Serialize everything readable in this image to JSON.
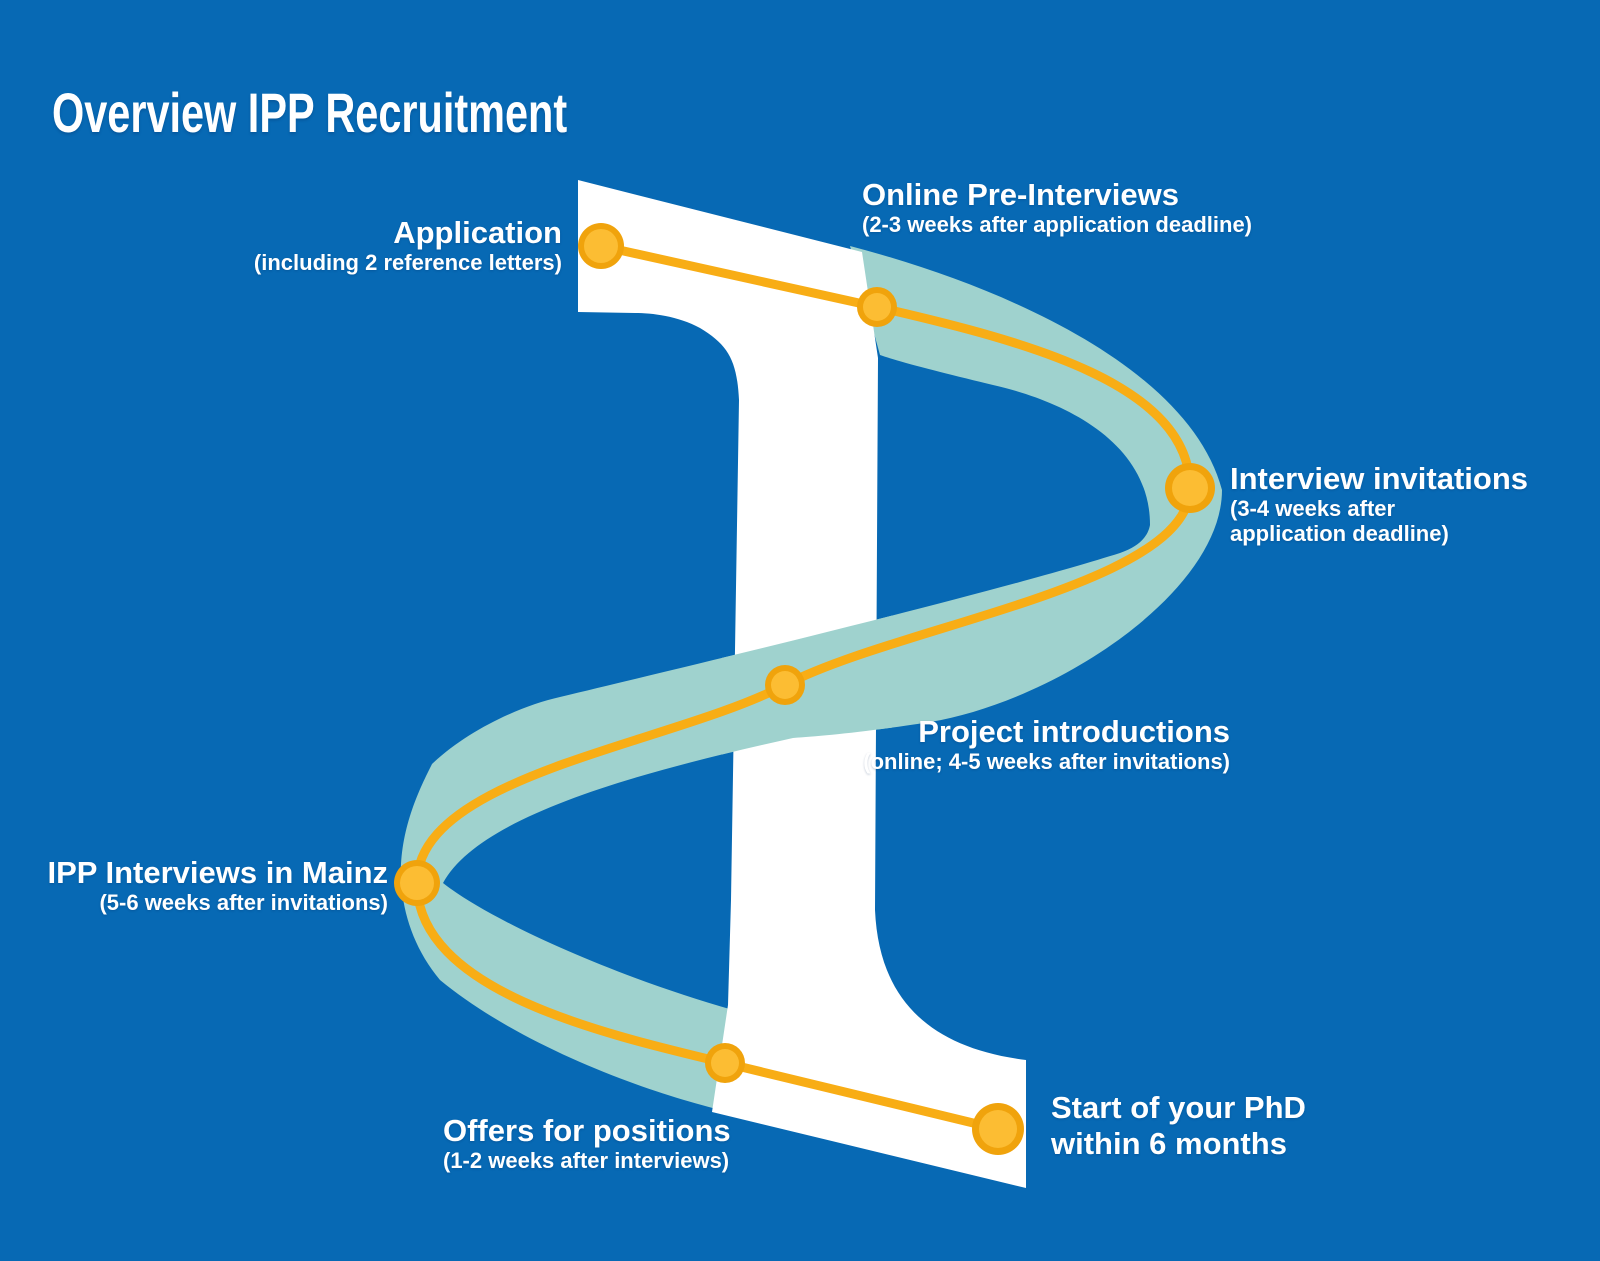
{
  "title": "Overview IPP Recruitment",
  "colors": {
    "background": "#0769b4",
    "ribbon": "#9fd2ce",
    "letter": "#ffffff",
    "route": "#f8ad15",
    "node_ring": "#f0a30c",
    "node_fill": "#fcbd33",
    "text": "#ffffff"
  },
  "stages": [
    {
      "label": "Application",
      "note": "(including 2 reference letters)"
    },
    {
      "label": "Online Pre-Interviews",
      "note": "(2-3 weeks after application deadline)"
    },
    {
      "label": "Interview invitations",
      "note_lines": [
        "(3-4 weeks after",
        "application deadline)"
      ]
    },
    {
      "label": "Project introductions",
      "note": "(online; 4-5 weeks after invitations)"
    },
    {
      "label": "IPP Interviews in Mainz",
      "note": "(5-6 weeks after invitations)"
    },
    {
      "label": "Offers for positions",
      "note": "(1-2 weeks after interviews)"
    },
    {
      "label_lines": [
        "Start of your PhD",
        "within 6 months"
      ]
    }
  ]
}
